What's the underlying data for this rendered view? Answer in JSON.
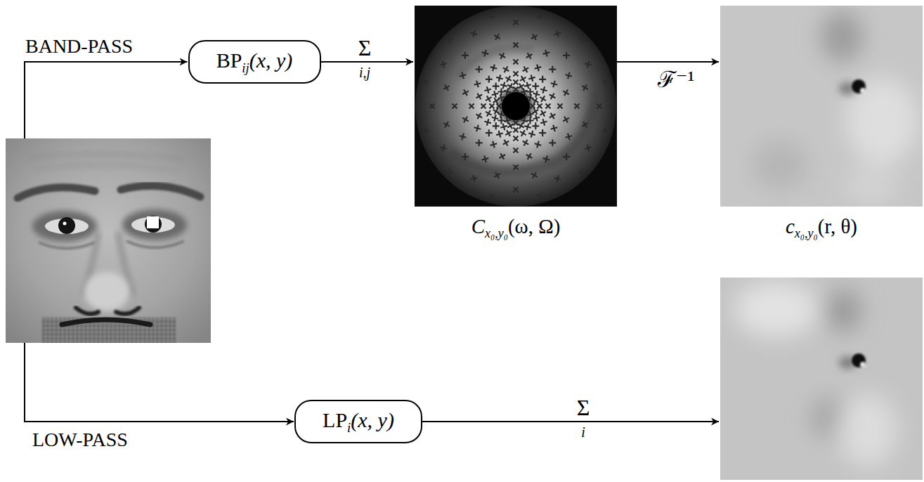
{
  "diagram": {
    "nodes": [
      {
        "text": []
      },
      {
        "text": [
          "BP",
          "ij",
          "(x, y)"
        ]
      },
      {
        "text": [
          "C",
          "x₀,y₀",
          "(ω, Ω)"
        ]
      },
      {
        "text": [
          "c",
          "x₀,y₀",
          "(r, θ)"
        ]
      },
      {
        "text": [
          "LP",
          "i",
          "(x, y)"
        ]
      },
      {
        "text": []
      }
    ],
    "edges": [
      {
        "from": 0,
        "to": 1,
        "arrow": "to",
        "label": "BAND-PASS"
      },
      {
        "from": 1,
        "to": 2,
        "arrow": "to",
        "label": "Σ"
      },
      {
        "from": 2,
        "to": 3,
        "arrow": "to",
        "label": "ℱ⁻¹"
      },
      {
        "from": 0,
        "to": 4,
        "arrow": "to",
        "label": "LOW-PASS"
      },
      {
        "from": 4,
        "to": 5,
        "arrow": "to",
        "label": "Σ"
      }
    ],
    "labels": [
      "i,j",
      "i"
    ]
  }
}
